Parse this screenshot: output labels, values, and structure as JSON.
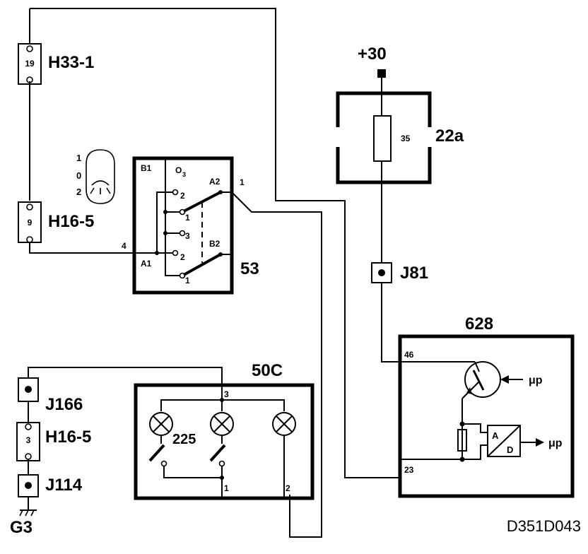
{
  "labels": {
    "conn_h33": "H33-1",
    "conn_h33_pin": "19",
    "conn_h16_top": "H16-5",
    "conn_h16_top_pin": "9",
    "conn_h16_bot": "H16-5",
    "conn_h16_bot_pin": "3",
    "switch_53": "53",
    "switch_pin_4": "4",
    "switch_pin_1": "1",
    "sw_b1": "B1",
    "sw_a1": "A1",
    "sw_a2": "A2",
    "sw_b2": "B2",
    "sw_pos_o3_top": "O",
    "sw_pos_o3_top_sub": "3",
    "sw_pos_2_a": "2",
    "sw_pos_1_a": "1",
    "sw_pos_3": "3",
    "sw_pos_2_b": "2",
    "sw_pos_1_b": "1",
    "icon_pos_1": "1",
    "icon_pos_0": "0",
    "icon_pos_2": "2",
    "supply": "+30",
    "fuse_id": "22a",
    "fuse_value": "35",
    "j81": "J81",
    "ecu": "628",
    "ecu_pin_46": "46",
    "ecu_pin_23": "23",
    "mu_p_1": "μp",
    "mu_p_2": "μp",
    "adc_a": "A",
    "adc_d": "D",
    "j166": "J166",
    "j114": "J114",
    "ground": "G3",
    "cluster": "50C",
    "cluster_lamp": "225",
    "cluster_pin_3": "3",
    "cluster_pin_1": "1",
    "cluster_pin_2": "2",
    "drawing_code": "D351D043"
  }
}
